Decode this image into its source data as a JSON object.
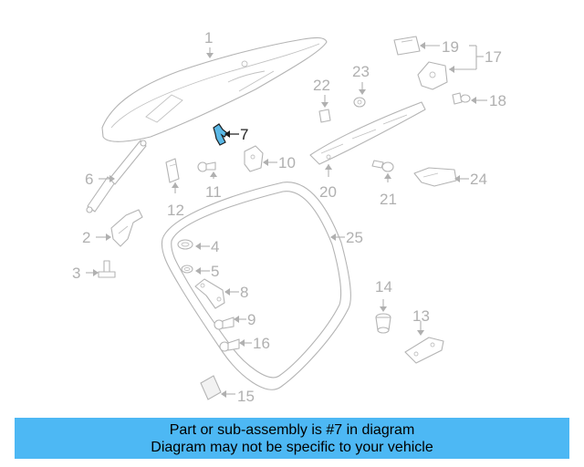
{
  "diagram": {
    "highlighted_part": "7",
    "callouts": {
      "c1": "1",
      "c2": "2",
      "c3": "3",
      "c4": "4",
      "c5": "5",
      "c6": "6",
      "c7": "7",
      "c8": "8",
      "c9": "9",
      "c10": "10",
      "c11": "11",
      "c12": "12",
      "c13": "13",
      "c14": "14",
      "c15": "15",
      "c16": "16",
      "c17": "17",
      "c18": "18",
      "c19": "19",
      "c20": "20",
      "c21": "21",
      "c22": "22",
      "c23": "23",
      "c24": "24",
      "c25": "25"
    },
    "colors": {
      "highlight_fill": "#5ab8e6",
      "highlight_outline": "#1d1d1d",
      "part_outline": "#b4b4b4",
      "callout_text": "#b0b0b0"
    }
  },
  "banner": {
    "line1": "Part or sub-assembly is #7 in diagram",
    "line2": "Diagram may not be specific to your vehicle",
    "color": "#4db8f4"
  }
}
